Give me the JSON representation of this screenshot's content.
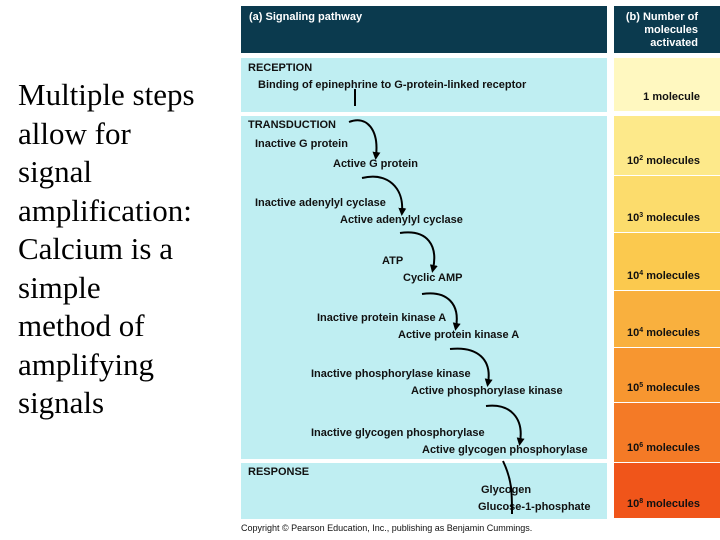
{
  "slide": {
    "lines": [
      "Multiple steps",
      "allow for",
      "signal",
      "amplification:",
      "Calcium is a",
      "simple",
      "method of",
      "amplifying",
      "signals"
    ]
  },
  "figure": {
    "header_a": "(a) Signaling pathway",
    "header_b": [
      "(b) Number of",
      "molecules",
      "activated"
    ],
    "reception": {
      "title": "RECEPTION",
      "text": "Binding of epinephrine to G-protein-linked receptor"
    },
    "transduction": {
      "title": "TRANSDUCTION",
      "steps": [
        {
          "inactive": "Inactive G protein",
          "active": "Active G protein"
        },
        {
          "inactive": "Inactive adenylyl cyclase",
          "active": "Active adenylyl cyclase"
        },
        {
          "inactive": "ATP",
          "active": "Cyclic AMP"
        },
        {
          "inactive": "Inactive protein kinase A",
          "active": "Active protein kinase A"
        },
        {
          "inactive": "Inactive phosphorylase kinase",
          "active": "Active phosphorylase kinase"
        },
        {
          "inactive": "Inactive glycogen phosphorylase",
          "active": "Active glycogen phosphorylase"
        }
      ]
    },
    "response": {
      "title": "RESPONSE",
      "substrate": "Glycogen",
      "product": "Glucose-1-phosphate"
    },
    "amounts": [
      {
        "base": "1 molecule",
        "exp": "",
        "unit": "",
        "color": "#fff8c0"
      },
      {
        "base": "10",
        "exp": "2",
        "unit": " molecules",
        "color": "#fde98a"
      },
      {
        "base": "10",
        "exp": "3",
        "unit": " molecules",
        "color": "#fcdc6c"
      },
      {
        "base": "10",
        "exp": "4",
        "unit": " molecules",
        "color": "#fbc94e"
      },
      {
        "base": "10",
        "exp": "4",
        "unit": " molecules",
        "color": "#f9b03e"
      },
      {
        "base": "10",
        "exp": "5",
        "unit": " molecules",
        "color": "#f79630"
      },
      {
        "base": "10",
        "exp": "6",
        "unit": " molecules",
        "color": "#f47a26"
      },
      {
        "base": "10",
        "exp": "8",
        "unit": " molecules",
        "color": "#f0551a"
      }
    ],
    "copyright": "Copyright © Pearson Education, Inc., publishing as Benjamin Cummings."
  }
}
